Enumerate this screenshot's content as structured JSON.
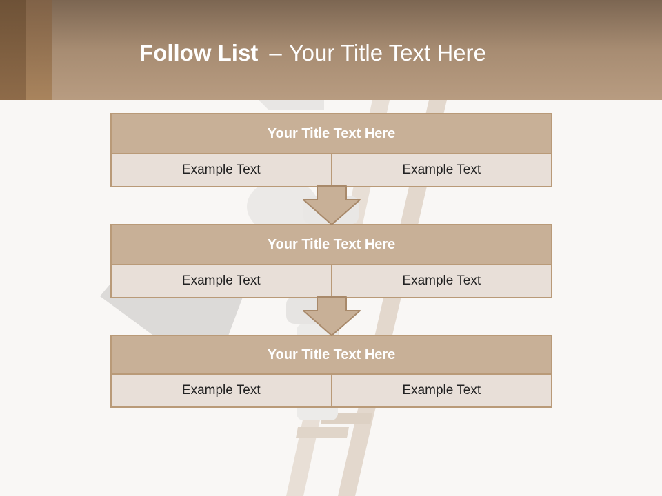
{
  "slide": {
    "title_bold": "Follow List",
    "title_separator": "–",
    "title_rest": "Your Title Text Here"
  },
  "steps": [
    {
      "title": "Your Title Text Here",
      "left": "Example Text",
      "right": "Example Text"
    },
    {
      "title": "Your Title Text Here",
      "left": "Example Text",
      "right": "Example Text"
    },
    {
      "title": "Your Title Text Here",
      "left": "Example Text",
      "right": "Example Text"
    }
  ],
  "colors": {
    "header_band": "#a78c72",
    "box_header": "#c8b097",
    "box_cell": "#e8dfd8",
    "box_border": "#b99a78",
    "background": "#f9f7f5"
  },
  "icons": [
    "down-arrow-icon",
    "ladder-figure-illustration"
  ]
}
